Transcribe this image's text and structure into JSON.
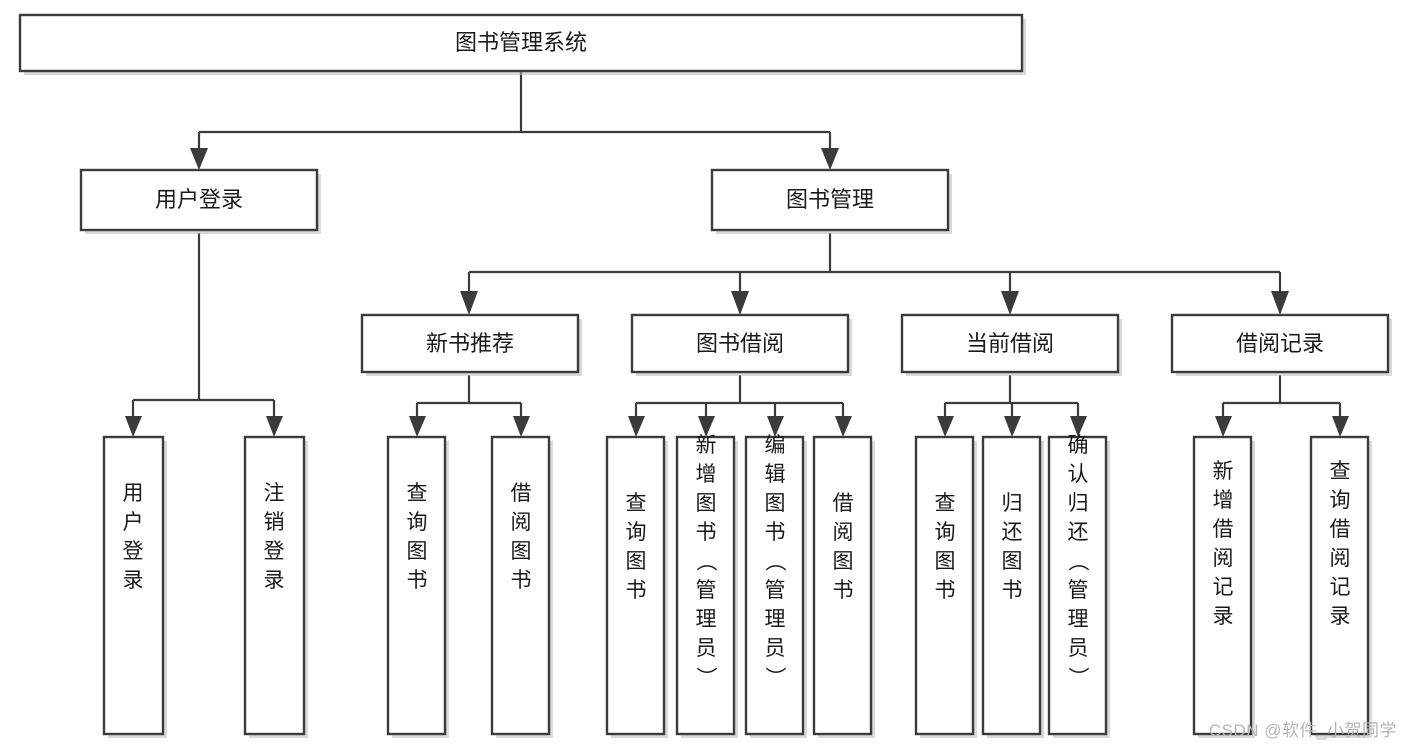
{
  "diagram": {
    "title": "图书管理系统",
    "type": "tree",
    "root": {
      "id": "root",
      "label": "图书管理系统",
      "orientation": "horizontal"
    },
    "level2": [
      {
        "id": "user-login",
        "label": "用户登录",
        "orientation": "horizontal"
      },
      {
        "id": "book-manage",
        "label": "图书管理",
        "orientation": "horizontal"
      }
    ],
    "level3": [
      {
        "id": "new-book-recommend",
        "label": "新书推荐",
        "orientation": "horizontal",
        "parent": "book-manage"
      },
      {
        "id": "book-borrow",
        "label": "图书借阅",
        "orientation": "horizontal",
        "parent": "book-manage"
      },
      {
        "id": "current-borrow",
        "label": "当前借阅",
        "orientation": "horizontal",
        "parent": "book-manage"
      },
      {
        "id": "borrow-record",
        "label": "借阅记录",
        "orientation": "horizontal",
        "parent": "book-manage"
      }
    ],
    "leaves": {
      "user-login": [
        {
          "id": "leaf-user-login",
          "label": "用户登录",
          "orientation": "vertical"
        },
        {
          "id": "leaf-logout-login",
          "label": "注销登录",
          "orientation": "vertical"
        }
      ],
      "new-book-recommend": [
        {
          "id": "leaf-query-book-1",
          "label": "查询图书",
          "orientation": "vertical"
        },
        {
          "id": "leaf-borrow-book-1",
          "label": "借阅图书",
          "orientation": "vertical"
        }
      ],
      "book-borrow": [
        {
          "id": "leaf-query-book-2",
          "label": "查询图书",
          "orientation": "vertical"
        },
        {
          "id": "leaf-add-book-admin",
          "label": "新增图书（管理员）",
          "orientation": "vertical"
        },
        {
          "id": "leaf-edit-book-admin",
          "label": "编辑图书（管理员）",
          "orientation": "vertical"
        },
        {
          "id": "leaf-borrow-book-2",
          "label": "借阅图书",
          "orientation": "vertical"
        }
      ],
      "current-borrow": [
        {
          "id": "leaf-query-book-3",
          "label": "查询图书",
          "orientation": "vertical"
        },
        {
          "id": "leaf-return-book",
          "label": "归还图书",
          "orientation": "vertical"
        },
        {
          "id": "leaf-confirm-return-admin",
          "label": "确认归还（管理员）",
          "orientation": "vertical"
        }
      ],
      "borrow-record": [
        {
          "id": "leaf-add-borrow-record",
          "label": "新增借阅记录",
          "orientation": "vertical"
        },
        {
          "id": "leaf-query-borrow-record",
          "label": "查询借阅记录",
          "orientation": "vertical"
        }
      ]
    }
  },
  "watermark": {
    "text": "CSDN @软件_小贺同学"
  },
  "colors": {
    "stroke": "#3b3b3b",
    "fill": "#ffffff",
    "text": "#1a1a1a",
    "watermark": "#b4b4b4",
    "shadow": "#b9b9b9"
  }
}
